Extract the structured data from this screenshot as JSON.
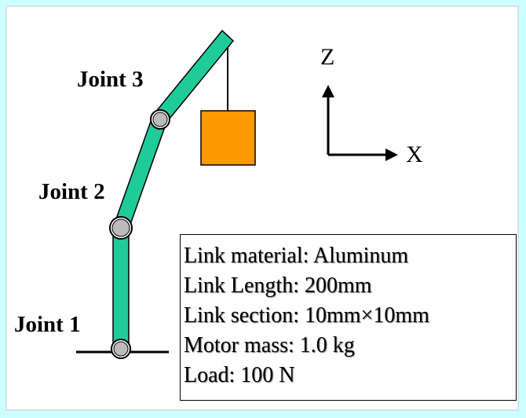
{
  "diagram": {
    "joints": [
      {
        "id": "joint-1",
        "label": "Joint 1"
      },
      {
        "id": "joint-2",
        "label": "Joint 2"
      },
      {
        "id": "joint-3",
        "label": "Joint 3"
      }
    ],
    "axes": {
      "vertical": "Z",
      "horizontal": "X"
    },
    "colors": {
      "background": "#ccffff",
      "link_fill": "#1fcc99",
      "load_fill": "#ff9900",
      "joint_fill": "#bbbbbb"
    }
  },
  "specs": [
    "Link material: Aluminum",
    "Link Length: 200mm",
    "Link section: 10mm×10mm",
    "Motor mass: 1.0 kg",
    "Load: 100 N"
  ]
}
